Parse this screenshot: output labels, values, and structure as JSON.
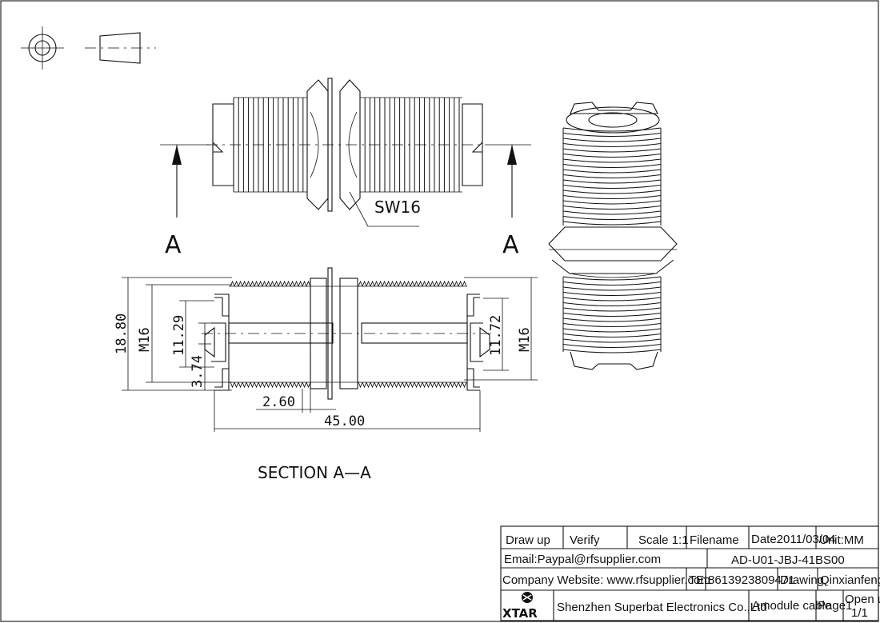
{
  "views": {
    "front_labels": {
      "wrench": "SW16",
      "cut_left": "A",
      "cut_right": "A"
    },
    "section": {
      "title": "SECTION A—A",
      "dimensions": {
        "overall_height": "18.80",
        "thread_left": "M16",
        "bore_left": "11.29",
        "pin_left": "3.74",
        "bore_right": "11.72",
        "thread_right": "M16",
        "flange_offset": "2.60",
        "overall_length": "45.00"
      }
    }
  },
  "title_block": {
    "draw_up": "Draw up",
    "verify": "Verify",
    "scale": "Scale 1:1",
    "filename_label": "Filename",
    "date": "Date2011/03/04",
    "unit": "Unit:MM",
    "email": "Email:Paypal@rfsupplier.com",
    "part_number": "AD-U01-JBJ-41BS00",
    "website": "Company Website: www.rfsupplier.com",
    "tel_label": "TEL",
    "tel": "8613923809471",
    "drawing_label": "Drawing",
    "drawer": "Qinxianfeng",
    "logo": "XTAR",
    "company": "Shenzhen Superbat Electronics Co.,Ltd",
    "product": "Amodule cable",
    "page": "Page1",
    "open_up": "Open up",
    "sheet": "1/1"
  }
}
